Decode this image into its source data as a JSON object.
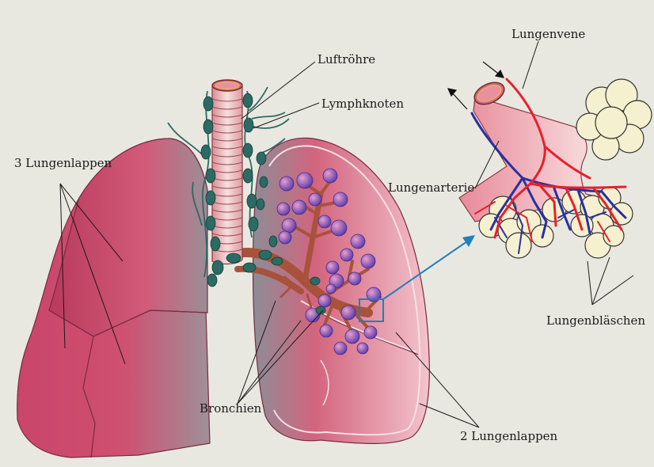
{
  "labels": {
    "luftroehre": "Luftröhre",
    "lymphknoten": "Lymphknoten",
    "lungenlappen3": "3 Lungenlappen",
    "bronchien": "Bronchien",
    "lungenlappen2": "2 Lungenlappen",
    "lungenvene": "Lungenvene",
    "lungenarterie": "Lungenarterie",
    "lungenblaeschen": "Lungenbläschen"
  },
  "colors": {
    "background": "#e9e8e0",
    "lung": "#c94a6a",
    "trachea": "#f3cfcf",
    "lymph_node": "#2c6a64",
    "bronchial_tree": "#a8523c",
    "alveoli_cluster": "#8a4fb0",
    "artery_red": "#e8202a",
    "vein_blue": "#2a2fa0",
    "zoom_arrow": "#1e7fc0",
    "alveolus_fill": "#f5f0cf"
  }
}
